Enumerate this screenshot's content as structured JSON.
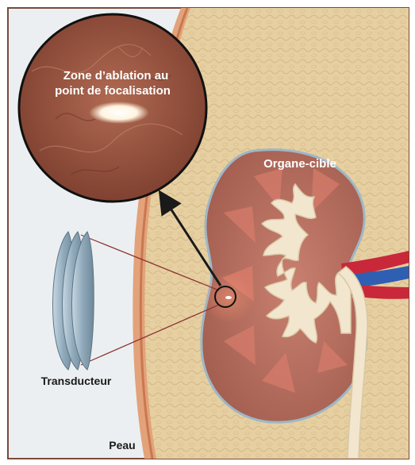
{
  "labels": {
    "ablation_line1": "Zone d’ablation au",
    "ablation_line2": "point de focalisation",
    "organ": "Organe-cible",
    "transducer": "Transducteur",
    "skin": "Peau"
  },
  "colors": {
    "frame_border": "#7a4a3a",
    "background": "#eceff1",
    "skin_band": "#e3a27a",
    "fat_tissue": "#e6cfa1",
    "kidney_tissue": "#b8705e",
    "kidney_pyramid": "#d97c6c",
    "renal_pelvis": "#f2e6cf",
    "artery": "#c8283a",
    "vein": "#2f5fb2",
    "transducer": "#9fb6c6",
    "beam_line": "#8a2f2f",
    "arrow": "#1a1a1a"
  }
}
